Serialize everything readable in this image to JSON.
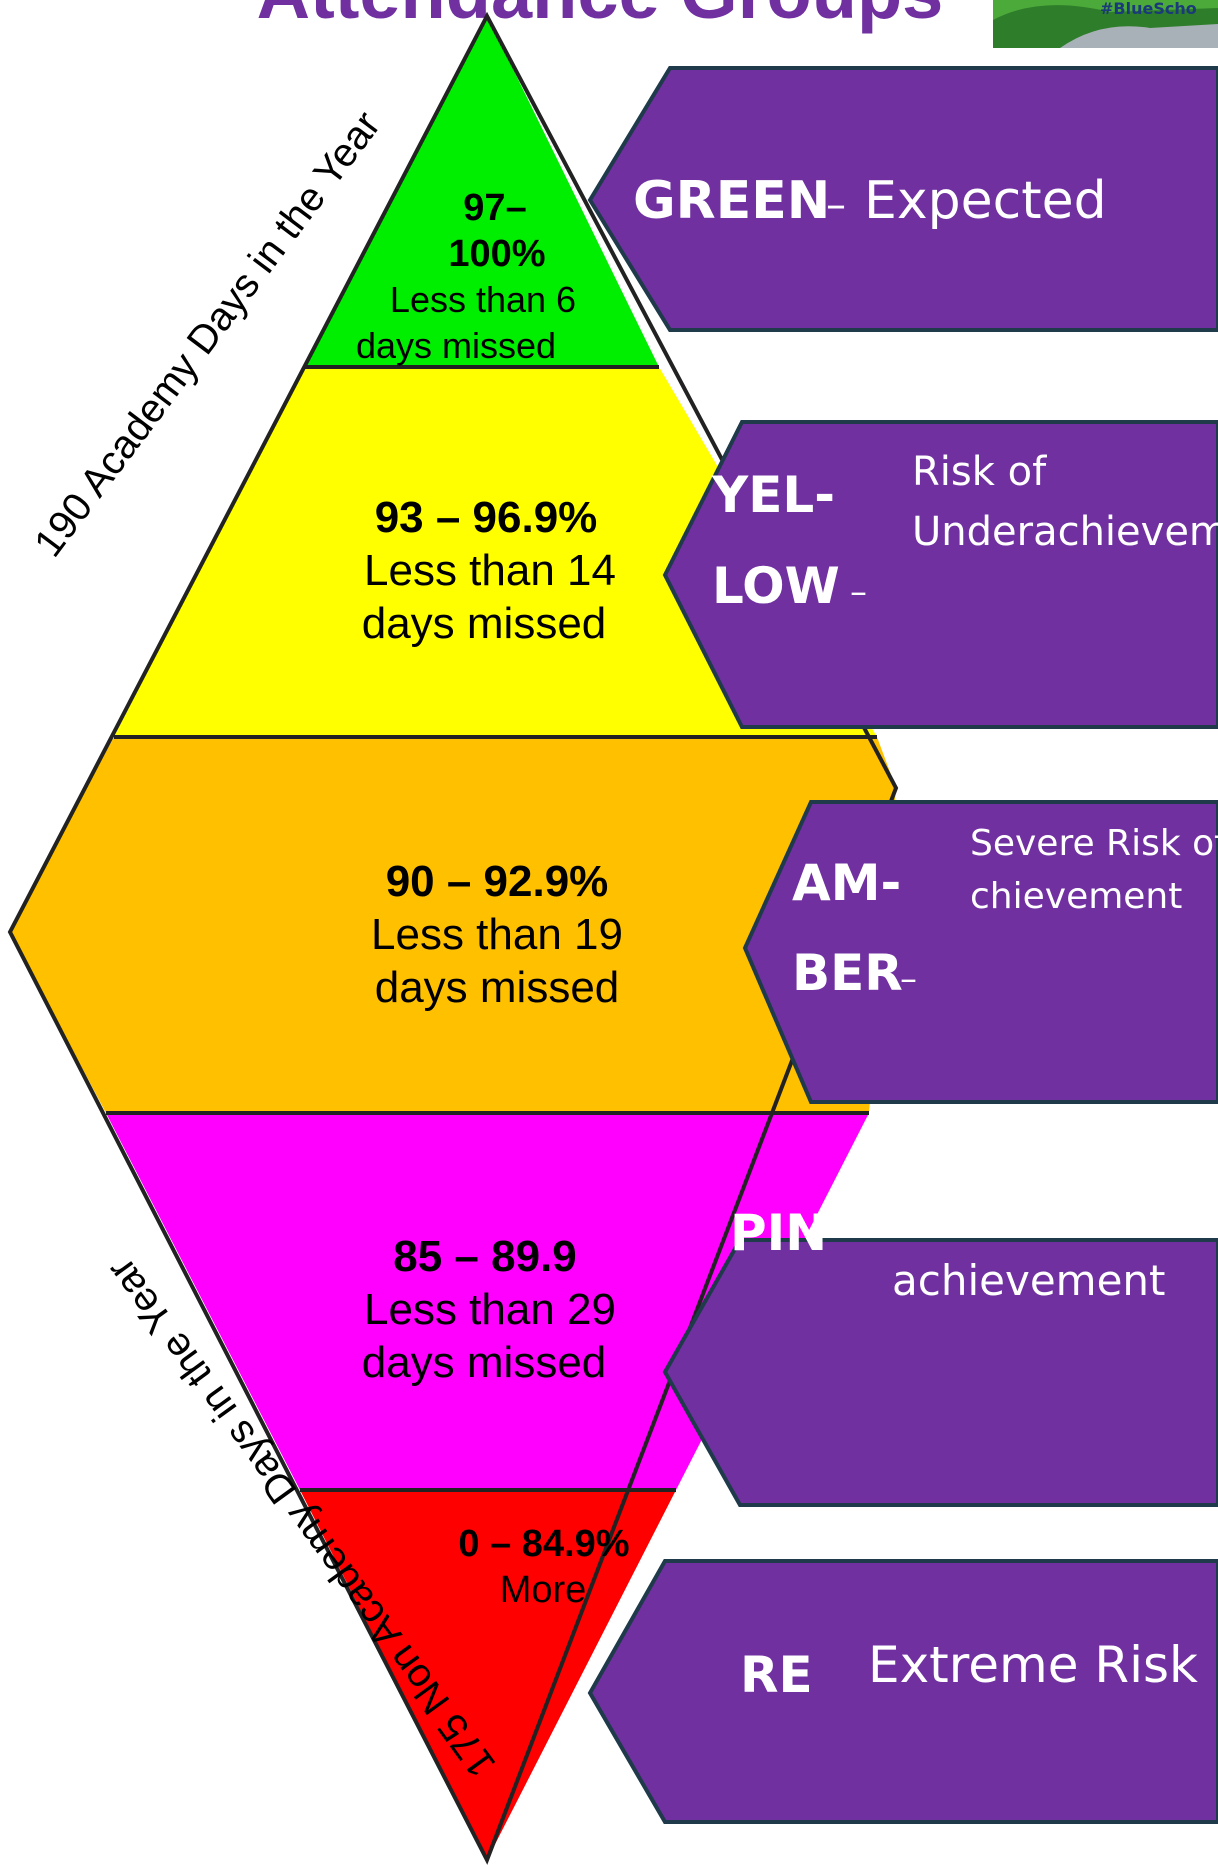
{
  "header": {
    "title": "Attendance Groups",
    "logo_text": "#BlueScho"
  },
  "side_labels": {
    "top": "190 Academy Days in the Year",
    "bottom": "175 Non Academy Days in the Year"
  },
  "bands": [
    {
      "range_line1": "97–",
      "range_line2": "100%",
      "days_line1": "Less than 6",
      "days_line2": "days missed",
      "color": "#00ee00"
    },
    {
      "range": "93 – 96.9%",
      "days_line1": "Less than 14",
      "days_line2": "days missed",
      "color": "#ffff00"
    },
    {
      "range": "90 – 92.9%",
      "days_line1": "Less than 19",
      "days_line2": "days missed",
      "color": "#ffc000"
    },
    {
      "range": "85 – 89.9",
      "days_line1": "Less than 29",
      "days_line2": "days missed",
      "color": "#ff00ff"
    },
    {
      "range": "0 – 84.9%",
      "days_line1": "More",
      "color": "#ff0000"
    }
  ],
  "tags": [
    {
      "name": "GREEN",
      "dash": "–",
      "desc": "Expected"
    },
    {
      "name_line1": "YEL-",
      "name_line2": "LOW",
      "dash": "–",
      "desc_line1": "Risk of",
      "desc_line2": "Underachievem"
    },
    {
      "name_line1": "AM-",
      "name_line2": "BER",
      "dash": "–",
      "desc_line1": "Severe Risk of",
      "desc_line2": "chievement"
    },
    {
      "name": "PIN",
      "desc": "achievement"
    },
    {
      "name": "RE",
      "desc": "Extreme Risk"
    }
  ],
  "colors": {
    "tag_fill": "#7030a0",
    "tag_border": "#1f3a4a",
    "title": "#7030a0",
    "outline": "#222222"
  }
}
